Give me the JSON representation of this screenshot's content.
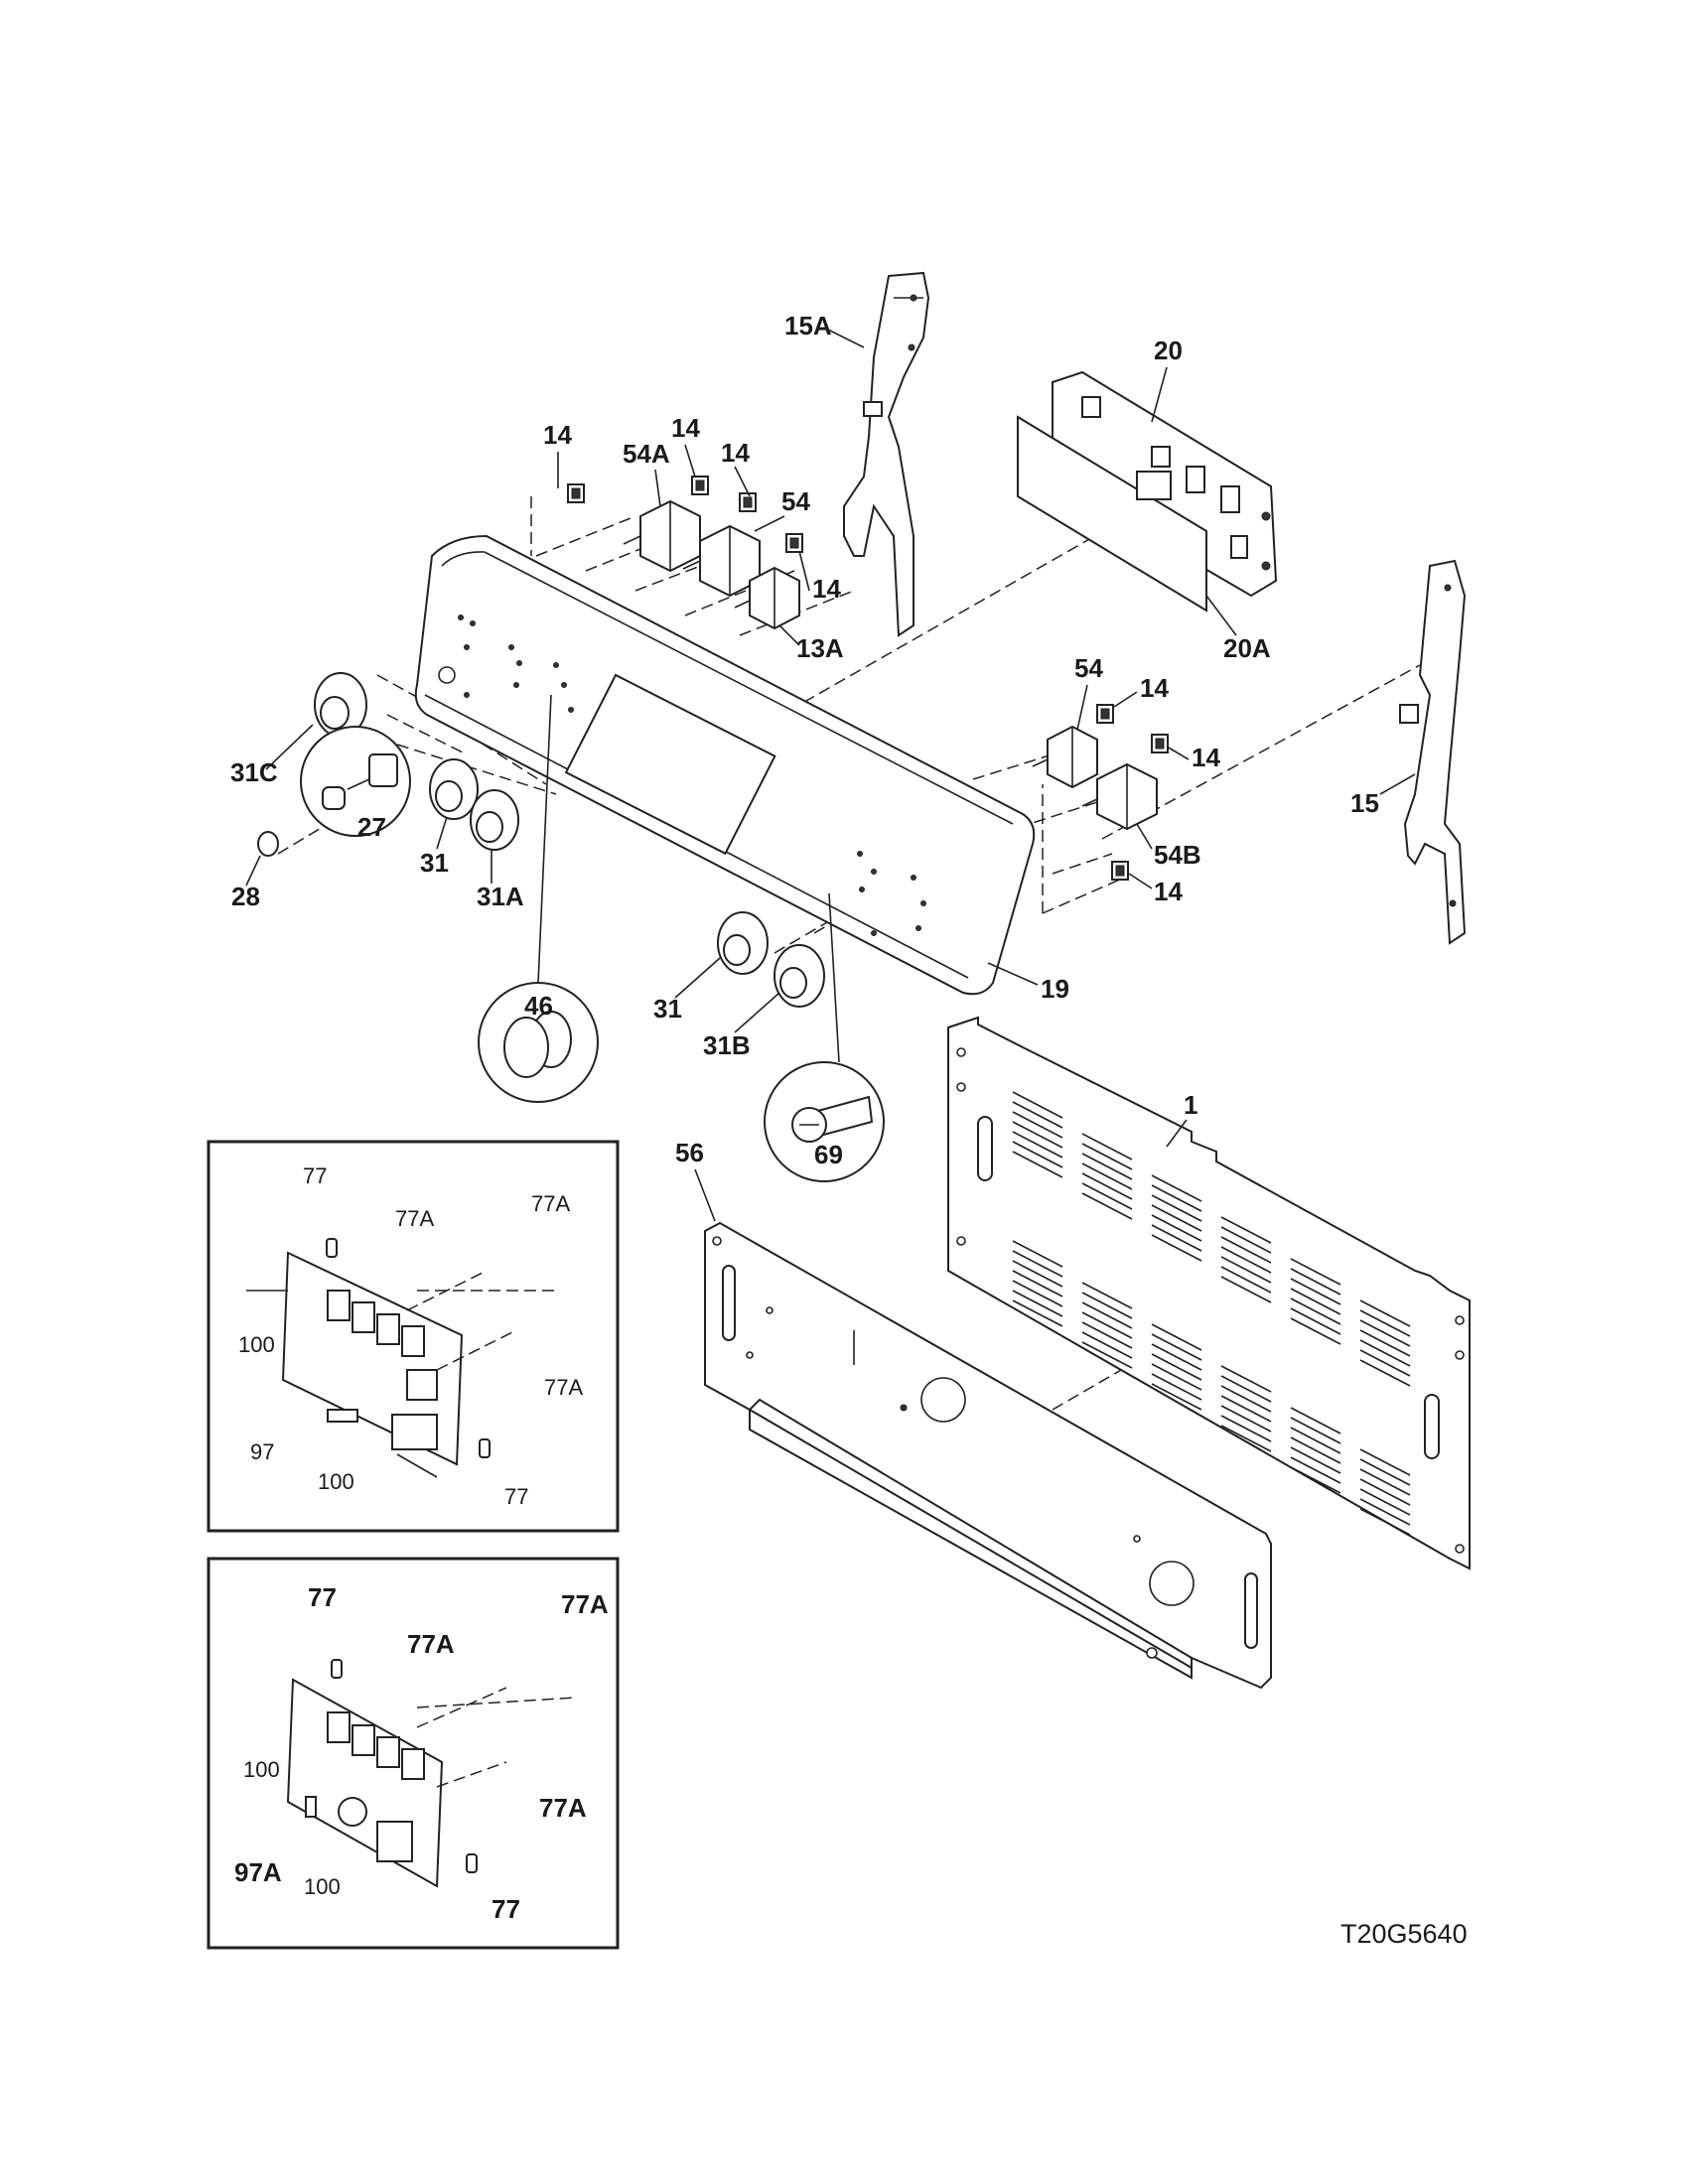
{
  "diagram": {
    "drawing_code": "T20G5640",
    "part_labels": {
      "p14a": "14",
      "p14b": "14",
      "p14c": "14",
      "p14d": "14",
      "p14e": "14",
      "p14f": "14",
      "p14g": "14",
      "p54a": "54A",
      "p54": "54",
      "p54_right": "54",
      "p54b": "54B",
      "p13a": "13A",
      "p15a": "15A",
      "p15": "15",
      "p20": "20",
      "p20a": "20A",
      "p31c": "31C",
      "p27": "27",
      "p28": "28",
      "p31": "31",
      "p31a": "31A",
      "p31_lower": "31",
      "p31b": "31B",
      "p19": "19",
      "p46": "46",
      "p69": "69",
      "p1": "1",
      "p56": "56"
    },
    "inset_upper": {
      "labels": {
        "l77_top": "77",
        "l77a_1": "77A",
        "l77a_2": "77A",
        "l100_left": "100",
        "l77a_3": "77A",
        "l97": "97",
        "l100_bottom": "100",
        "l77_bottom": "77"
      }
    },
    "inset_lower": {
      "labels": {
        "l77_top": "77",
        "l77a_1": "77A",
        "l77a_2": "77A",
        "l100_left": "100",
        "l77a_3": "77A",
        "l97a": "97A",
        "l100_bottom": "100",
        "l77_bottom": "77"
      }
    }
  }
}
